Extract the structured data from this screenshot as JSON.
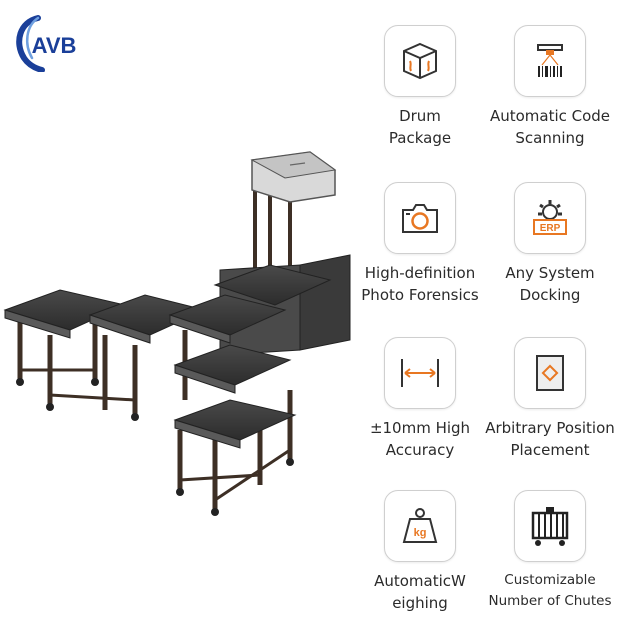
{
  "brand": {
    "logo_text": "AVB",
    "colors": {
      "primary": "#1a3f99",
      "accent": "#e87722",
      "frame": "#3d2f25",
      "plate": "#3b3b3b"
    }
  },
  "features": [
    {
      "icon": "drum-package-icon",
      "label": "Drum\nPackage"
    },
    {
      "icon": "barcode-scanner-icon",
      "label": "Automatic Code\nScanning"
    },
    {
      "icon": "camera-icon",
      "label": "High-definition\nPhoto Forensics"
    },
    {
      "icon": "erp-gear-icon",
      "label": "Any System\nDocking"
    },
    {
      "icon": "measure-icon",
      "label": "±10mm High\nAccuracy"
    },
    {
      "icon": "position-placement-icon",
      "label": "Arbitrary Position\nPlacement"
    },
    {
      "icon": "weight-kg-icon",
      "label": "AutomaticW\neighing",
      "weight_unit": "kg"
    },
    {
      "icon": "chute-cart-icon",
      "label": "Customizable\nNumber of Chutes"
    }
  ],
  "erp_badge": "ERP"
}
